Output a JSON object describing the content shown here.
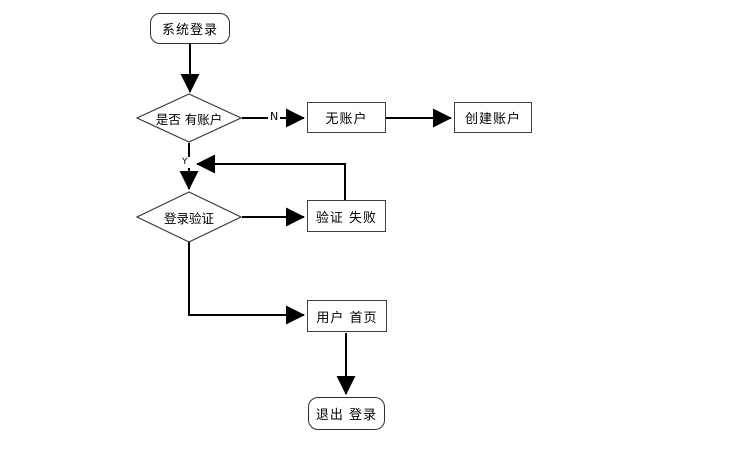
{
  "diagram": {
    "kind": "flowchart",
    "background_color": "#ffffff",
    "line_color": "#000000",
    "node_border_color": "#404040",
    "node_fill_color": "#ffffff",
    "nodes": {
      "start": {
        "label": "系统登录",
        "shape": "rounded-rect"
      },
      "has_account": {
        "label": "是否 有账户",
        "shape": "diamond"
      },
      "no_account": {
        "label": "无账户",
        "shape": "rect"
      },
      "create_account": {
        "label": "创建账户",
        "shape": "rect"
      },
      "login_verify": {
        "label": "登录验证",
        "shape": "diamond"
      },
      "verify_fail": {
        "label": "验证 失败",
        "shape": "rect"
      },
      "user_home": {
        "label": "用户 首页",
        "shape": "rect"
      },
      "logout": {
        "label": "退出 登录",
        "shape": "rounded-rect"
      }
    },
    "edge_labels": {
      "no": "N",
      "yes": "Y"
    },
    "edges": [
      {
        "from": "start",
        "to": "has_account",
        "label": ""
      },
      {
        "from": "has_account",
        "to": "no_account",
        "label": "N"
      },
      {
        "from": "no_account",
        "to": "create_account",
        "label": ""
      },
      {
        "from": "has_account",
        "to": "login_verify",
        "label": "Y"
      },
      {
        "from": "verify_fail",
        "to": "login_verify",
        "label": "",
        "note": "feedback loop rejoining Y branch above login_verify"
      },
      {
        "from": "login_verify",
        "to": "verify_fail",
        "label": ""
      },
      {
        "from": "login_verify",
        "to": "user_home",
        "label": ""
      },
      {
        "from": "user_home",
        "to": "logout",
        "label": ""
      }
    ]
  }
}
